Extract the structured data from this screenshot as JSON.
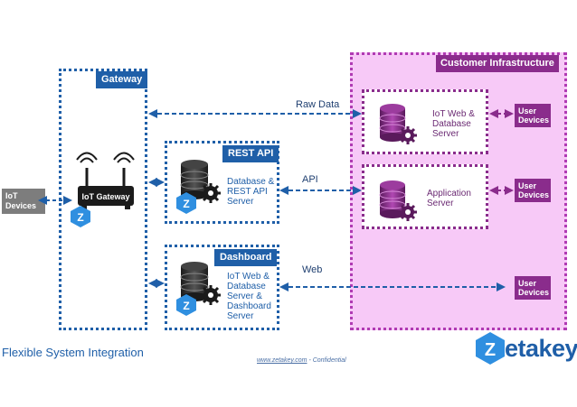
{
  "colors": {
    "blue": "#1f5fa8",
    "purple": "#8a2c8c",
    "pink_fill": "#f7c9f7",
    "gray": "#7d7d7d"
  },
  "gateway": {
    "label": "Gateway",
    "device_label": "IoT Gateway"
  },
  "iot_devices": {
    "label": "IoT\nDevices"
  },
  "rest_api": {
    "title": "REST API",
    "text": "Database &\nREST API\nServer"
  },
  "dashboard": {
    "title": "Dashboard",
    "text": "IoT Web &\nDatabase\nServer &\nDashboard\nServer"
  },
  "customer": {
    "title": "Customer Infrastructure",
    "server1_text": "IoT Web &\nDatabase\nServer",
    "server2_text": "Application\nServer"
  },
  "connections": {
    "raw_data": "Raw Data",
    "api": "API",
    "web": "Web"
  },
  "user_devices": [
    "User\nDevices",
    "User\nDevices",
    "User\nDevices"
  ],
  "footer": {
    "left": "Flexible System Integration",
    "link": "www.zetakey.com",
    "note": " - Confidential",
    "logo_text": "etakey",
    "logo_letter": "Z"
  }
}
